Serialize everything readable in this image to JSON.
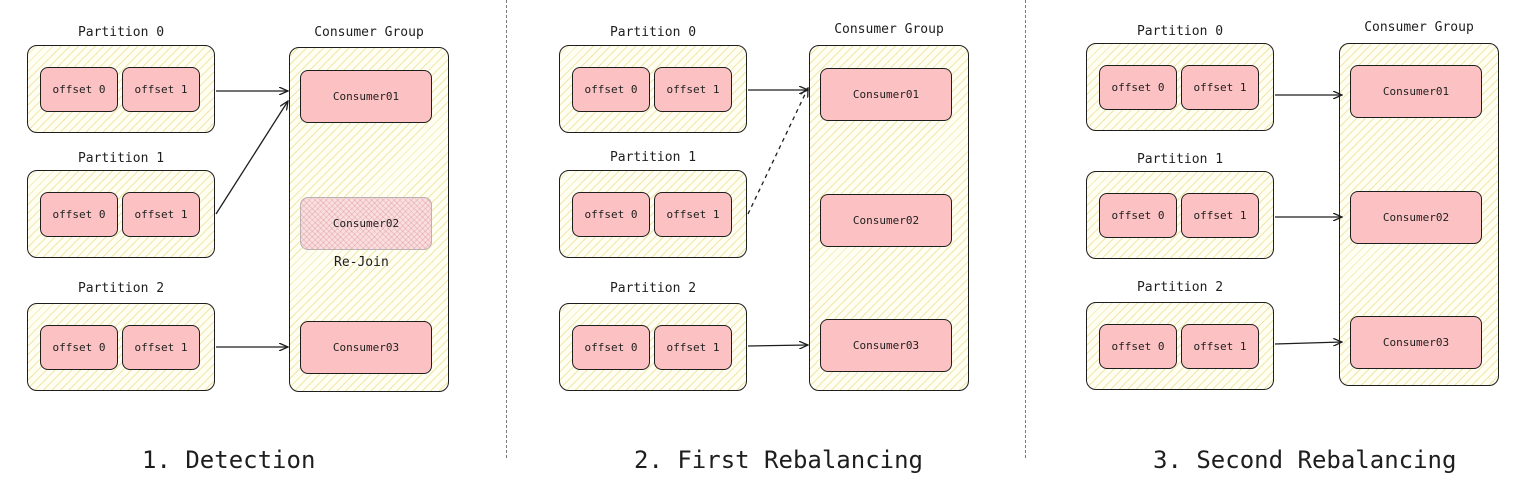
{
  "stages": [
    {
      "title": "1. Detection",
      "partitions": [
        {
          "label": "Partition 0",
          "offsets": [
            "offset 0",
            "offset 1"
          ]
        },
        {
          "label": "Partition 1",
          "offsets": [
            "offset 0",
            "offset 1"
          ]
        },
        {
          "label": "Partition 2",
          "offsets": [
            "offset 0",
            "offset 1"
          ]
        }
      ],
      "group": {
        "label": "Consumer Group",
        "consumers": [
          {
            "name": "Consumer01",
            "state": "active"
          },
          {
            "name": "Consumer02",
            "state": "rejoining",
            "note": "Re-Join"
          },
          {
            "name": "Consumer03",
            "state": "active"
          }
        ]
      },
      "assignments": [
        {
          "partition": "Partition 0",
          "consumer": "Consumer01",
          "style": "solid"
        },
        {
          "partition": "Partition 1",
          "consumer": "Consumer01",
          "style": "solid"
        },
        {
          "partition": "Partition 2",
          "consumer": "Consumer03",
          "style": "solid"
        }
      ]
    },
    {
      "title": "2. First Rebalancing",
      "partitions": [
        {
          "label": "Partition 0",
          "offsets": [
            "offset 0",
            "offset 1"
          ]
        },
        {
          "label": "Partition 1",
          "offsets": [
            "offset 0",
            "offset 1"
          ]
        },
        {
          "label": "Partition 2",
          "offsets": [
            "offset 0",
            "offset 1"
          ]
        }
      ],
      "group": {
        "label": "Consumer Group",
        "consumers": [
          {
            "name": "Consumer01",
            "state": "active"
          },
          {
            "name": "Consumer02",
            "state": "active"
          },
          {
            "name": "Consumer03",
            "state": "active"
          }
        ]
      },
      "assignments": [
        {
          "partition": "Partition 0",
          "consumer": "Consumer01",
          "style": "solid"
        },
        {
          "partition": "Partition 1",
          "consumer": "Consumer01",
          "style": "dashed"
        },
        {
          "partition": "Partition 2",
          "consumer": "Consumer03",
          "style": "solid"
        }
      ]
    },
    {
      "title": "3. Second Rebalancing",
      "partitions": [
        {
          "label": "Partition 0",
          "offsets": [
            "offset 0",
            "offset 1"
          ]
        },
        {
          "label": "Partition 1",
          "offsets": [
            "offset 0",
            "offset 1"
          ]
        },
        {
          "label": "Partition 2",
          "offsets": [
            "offset 0",
            "offset 1"
          ]
        }
      ],
      "group": {
        "label": "Consumer Group",
        "consumers": [
          {
            "name": "Consumer01",
            "state": "active"
          },
          {
            "name": "Consumer02",
            "state": "active"
          },
          {
            "name": "Consumer03",
            "state": "active"
          }
        ]
      },
      "assignments": [
        {
          "partition": "Partition 0",
          "consumer": "Consumer01",
          "style": "solid"
        },
        {
          "partition": "Partition 1",
          "consumer": "Consumer02",
          "style": "solid"
        },
        {
          "partition": "Partition 2",
          "consumer": "Consumer03",
          "style": "solid"
        }
      ]
    }
  ],
  "colors": {
    "stroke": "#1e1e1e",
    "offset_fill": "#fcc2c3",
    "hatch": "#e6d06e",
    "divider": "#7a7a7a"
  }
}
